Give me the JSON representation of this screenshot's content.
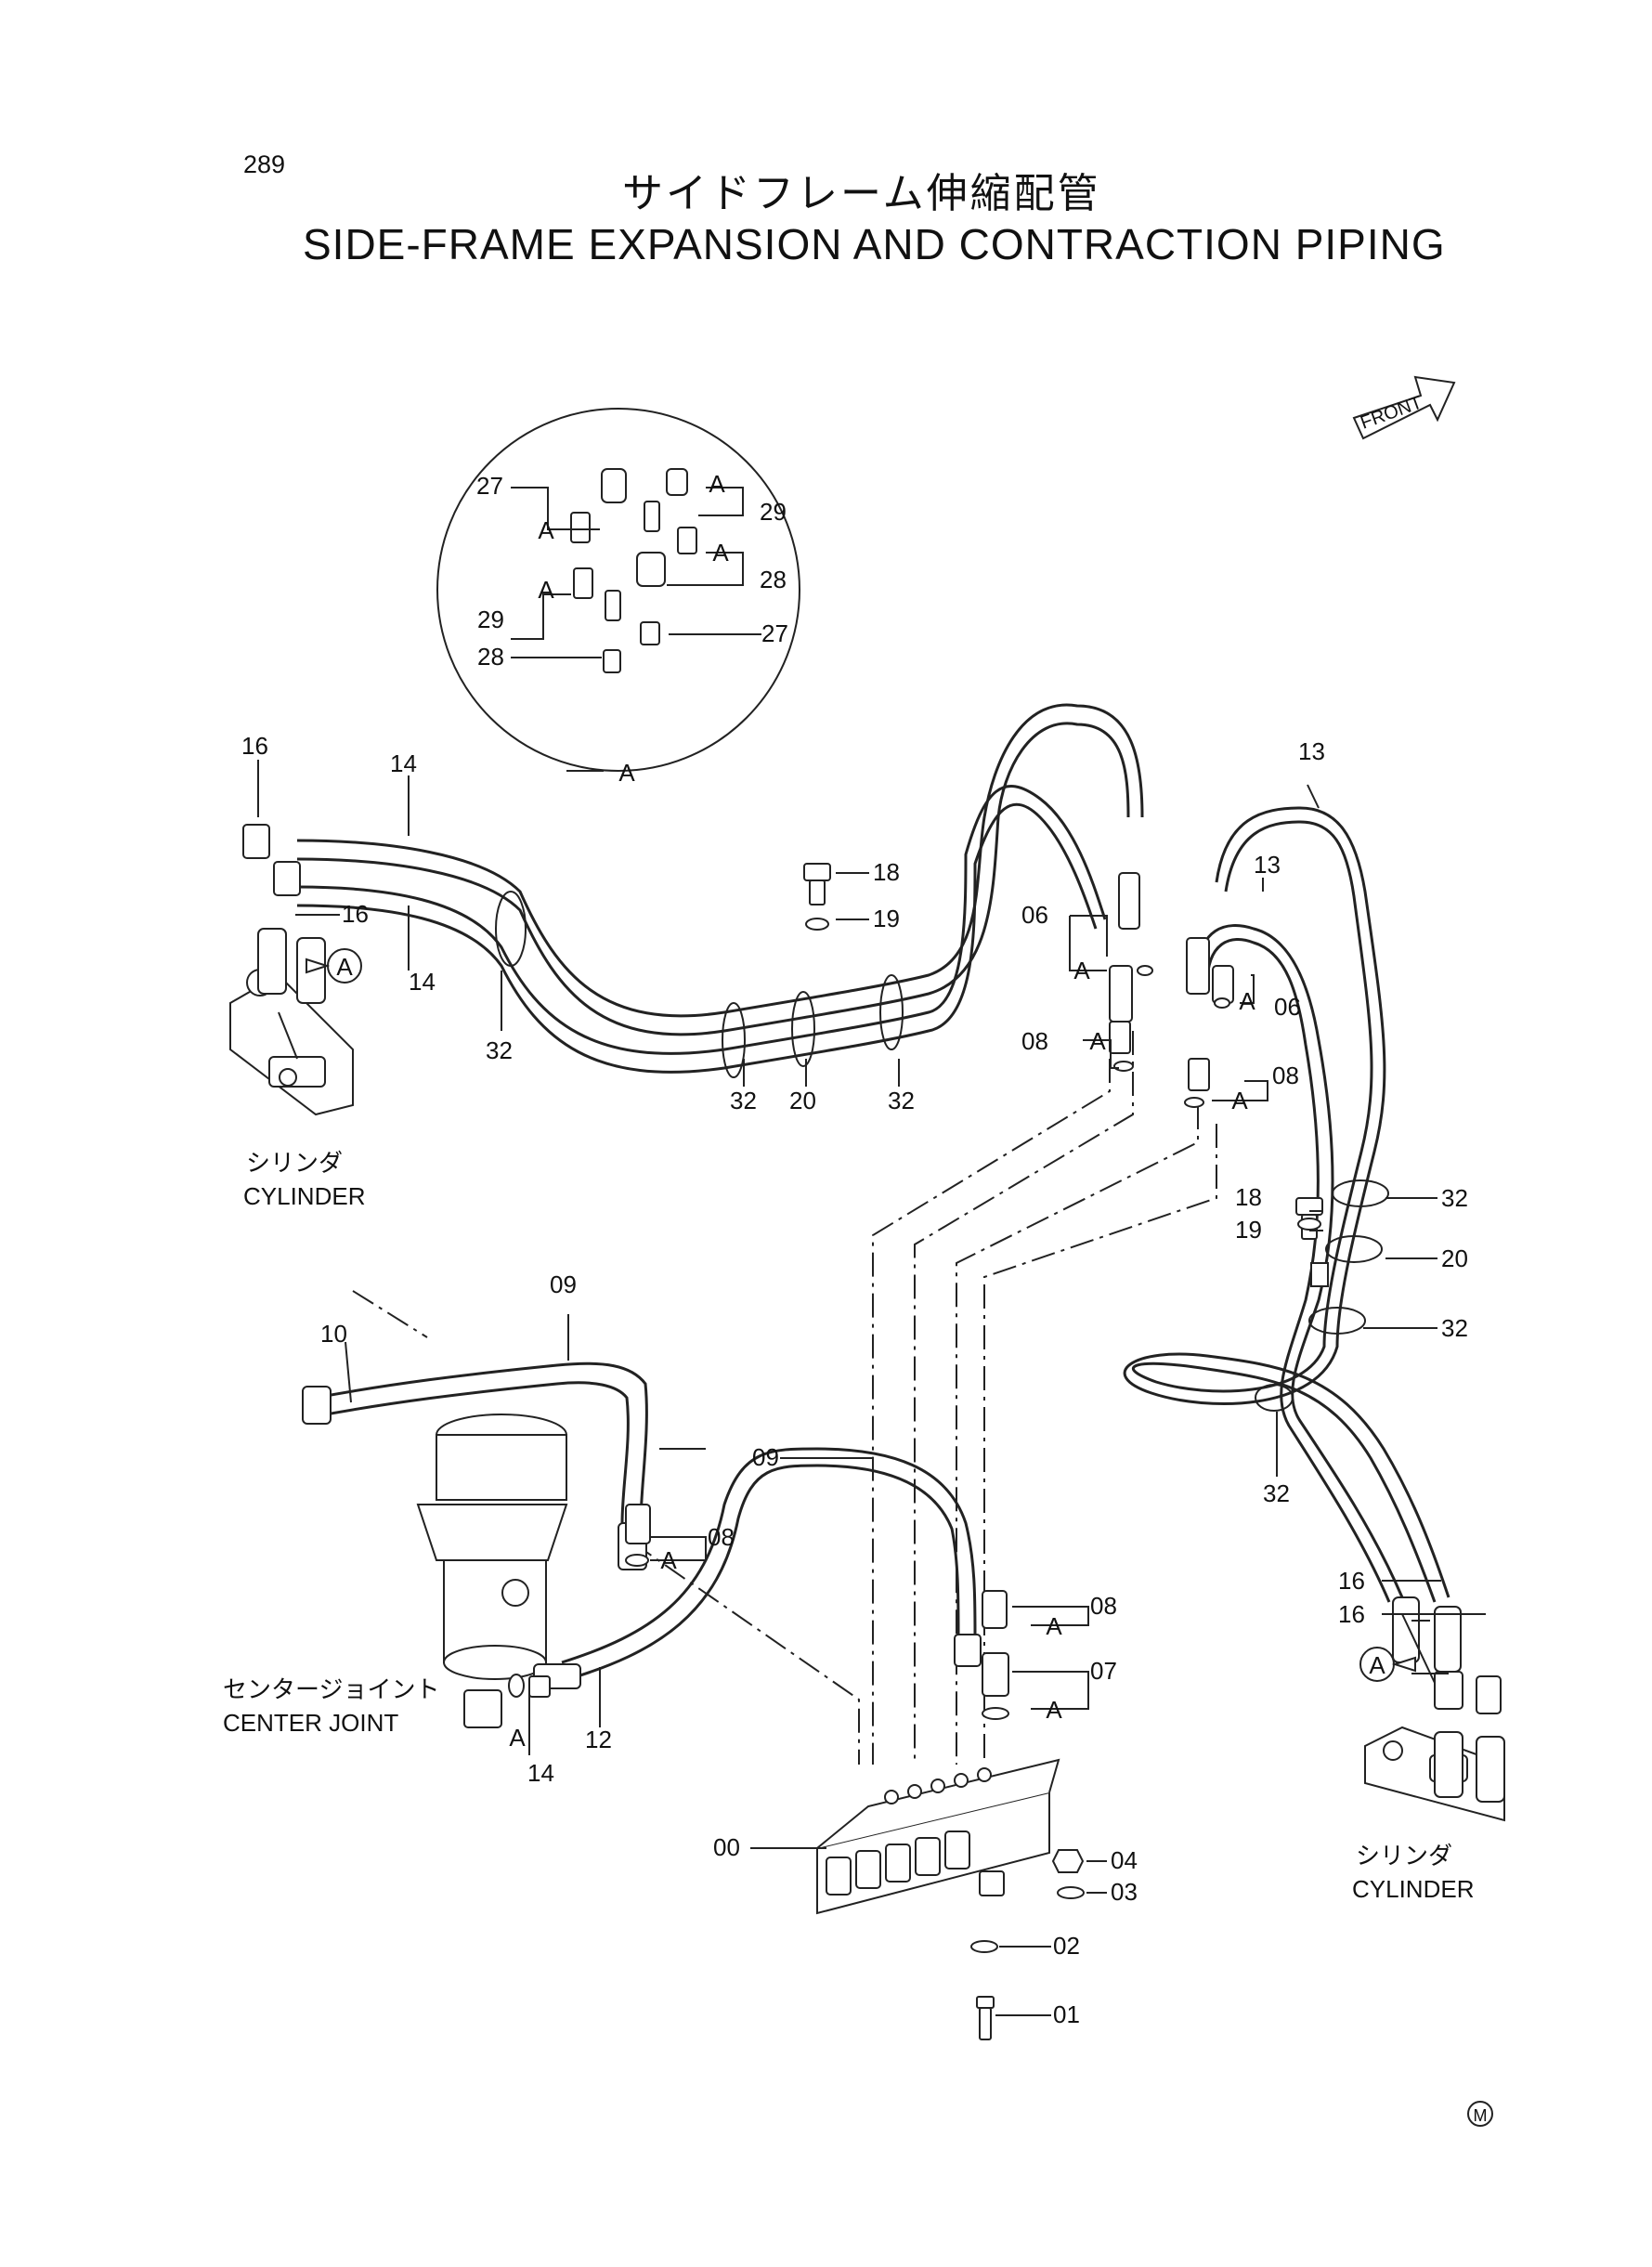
{
  "page_number": "289",
  "title_jp": "サイドフレーム伸縮配管",
  "title_en": "SIDE-FRAME EXPANSION AND CONTRACTION PIPING",
  "front_label": "FRONT",
  "labels": {
    "cylinder_jp": "シリンダ",
    "cylinder_en": "CYLINDER",
    "center_joint_jp": "センタージョイント",
    "center_joint_en": "CENTER JOINT",
    "view_a": "A",
    "circled_a": "A",
    "mark": "M"
  },
  "part_numbers": [
    "00",
    "01",
    "02",
    "03",
    "04",
    "06",
    "07",
    "08",
    "09",
    "10",
    "12",
    "13",
    "14",
    "16",
    "18",
    "19",
    "20",
    "27",
    "28",
    "29",
    "32"
  ],
  "colors": {
    "ink": "#222222",
    "paper": "#ffffff"
  }
}
